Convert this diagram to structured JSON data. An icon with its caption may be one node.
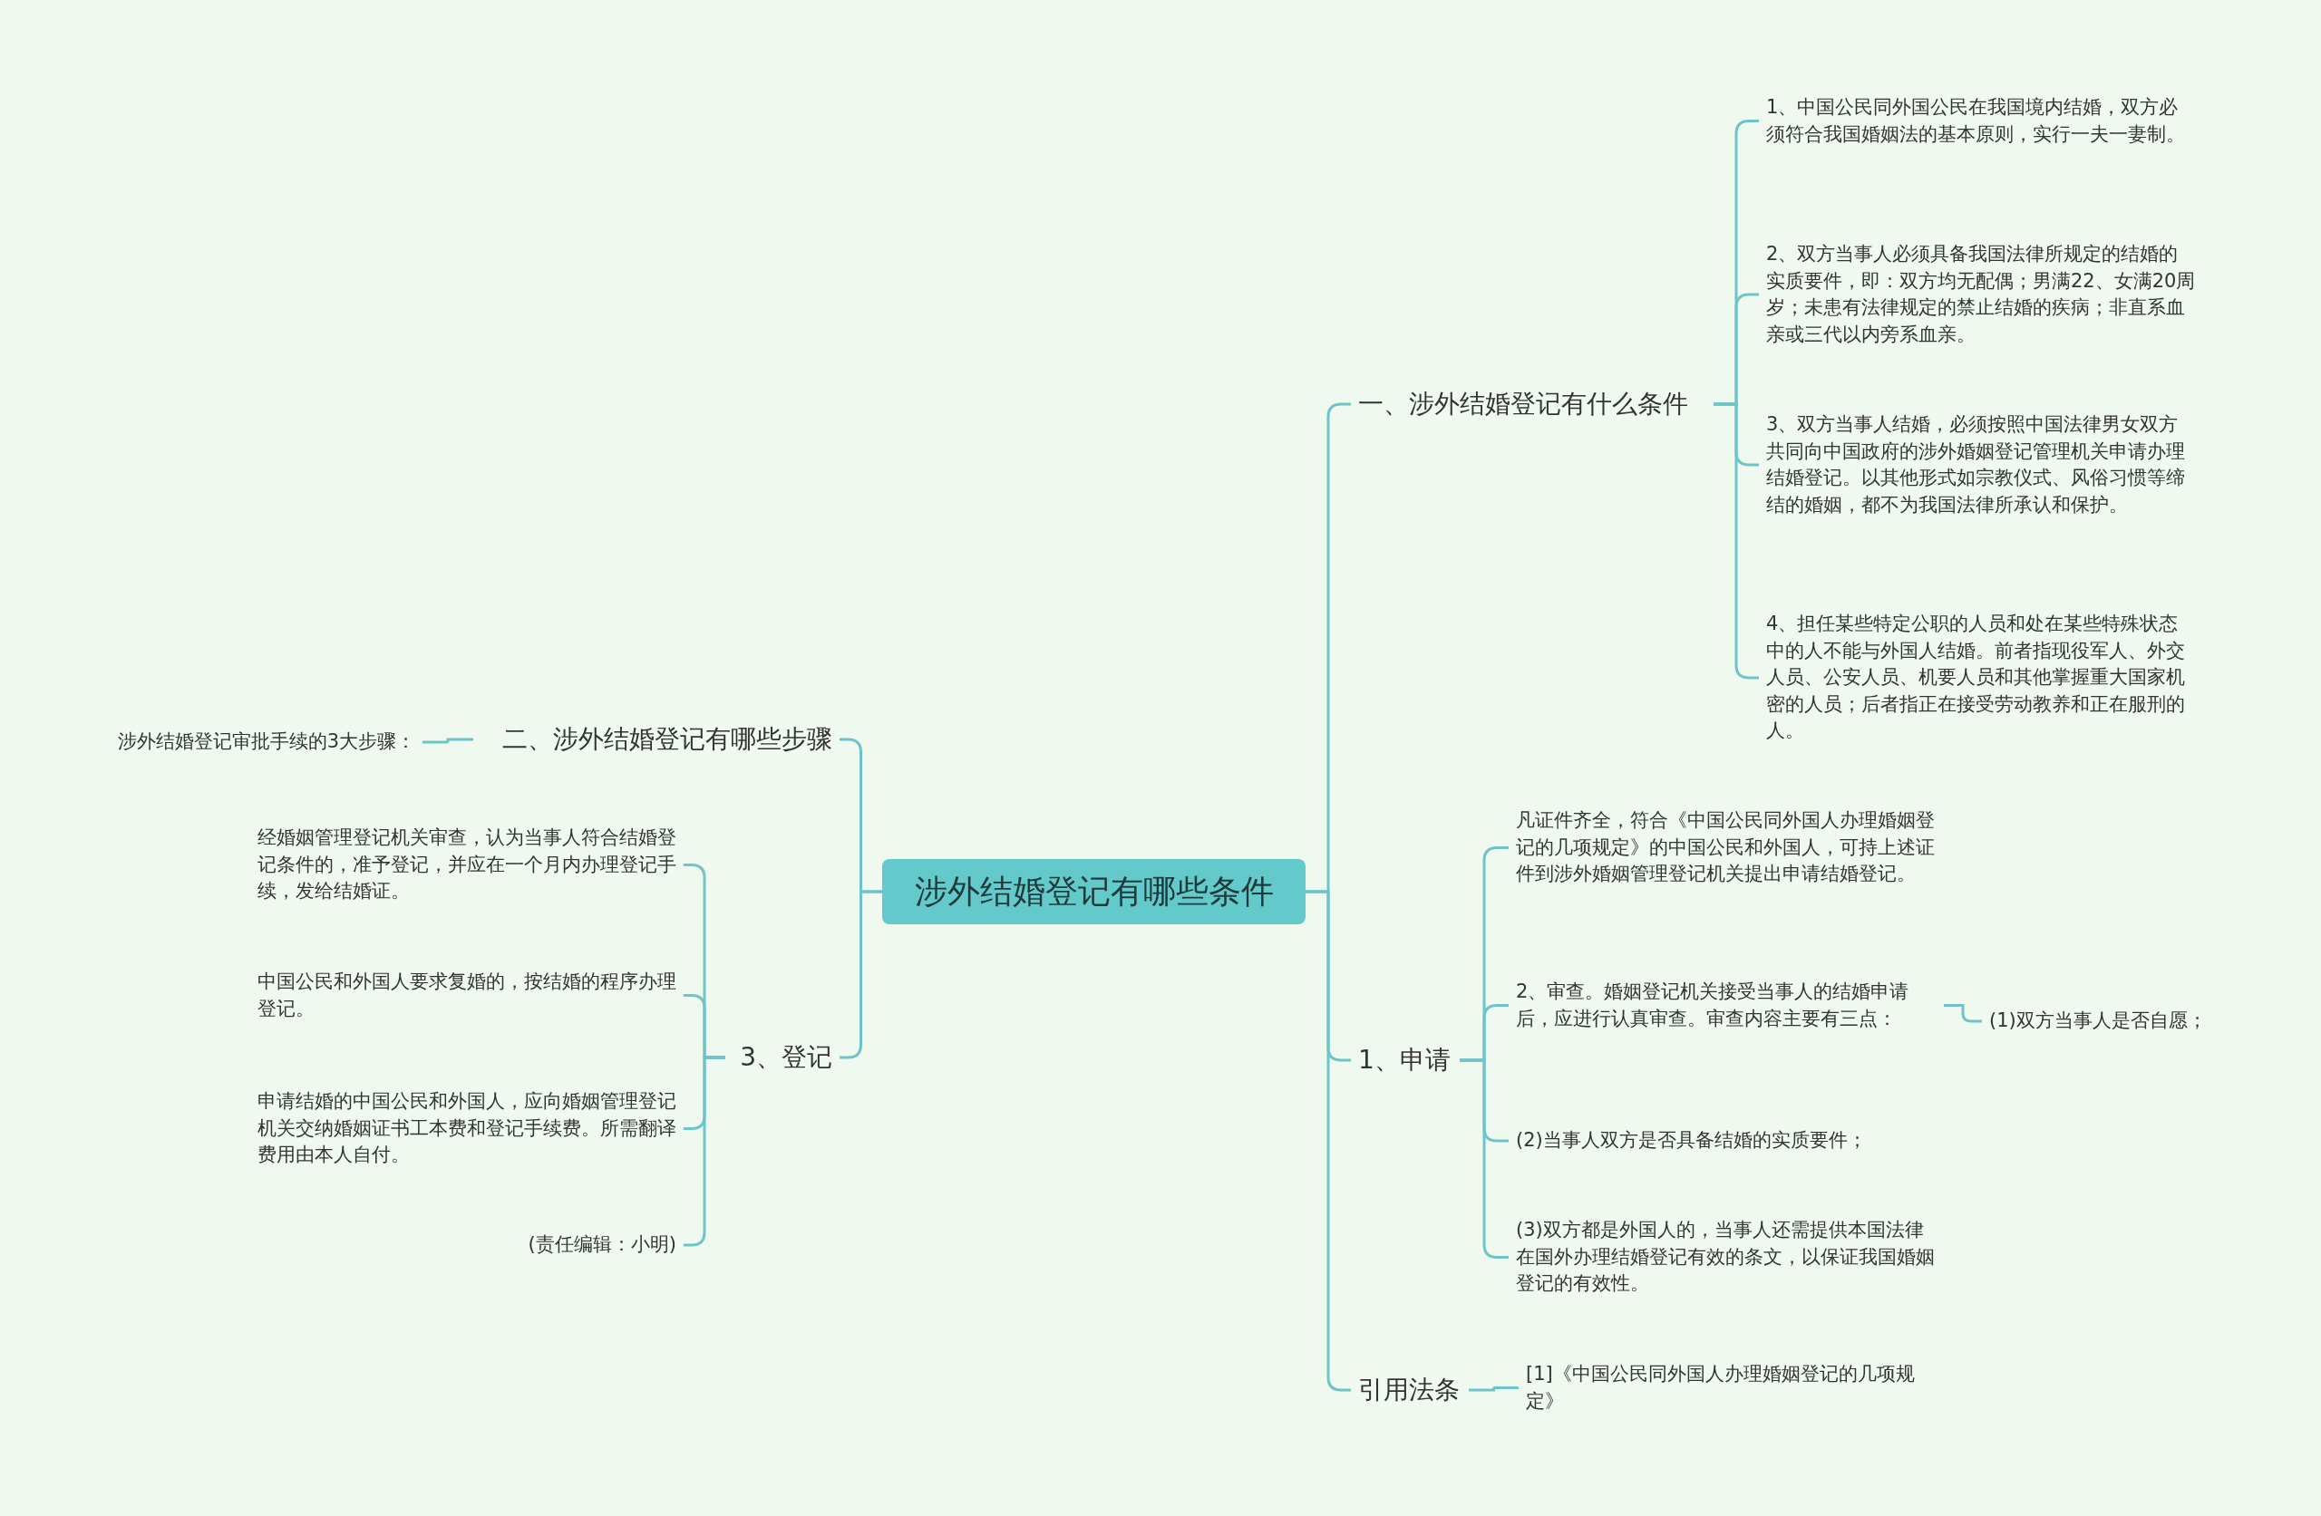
{
  "diagram": {
    "nodes": [
      {
        "text": [
          "涉外结婚登记有哪些条件"
        ]
      },
      {
        "text": [
          "一、涉外结婚登记有什么条件"
        ]
      },
      {
        "text": [
          "1、中国公民同外国公民在我国境内结婚，双方必须符合我国婚姻法的基本原则，实行一夫一妻制。"
        ]
      },
      {
        "text": [
          "2、双方当事人必须具备我国法律所规定的结婚的实质要件，即：双方均无配偶；男满22、女满20周岁；未患有法律规定的禁止结婚的疾病；非直系血亲或三代以内旁系血亲。"
        ]
      },
      {
        "text": [
          "3、双方当事人结婚，必须按照中国法律男女双方共同向中国政府的涉外婚姻登记管理机关申请办理结婚登记。以其他形式如宗教仪式、风俗习惯等缔结的婚姻，都不为我国法律所承认和保护。"
        ]
      },
      {
        "text": [
          "4、担任某些特定公职的人员和处在某些特殊状态中的人不能与外国人结婚。前者指现役军人、外交人员、公安人员、机要人员和其他掌握重大国家机密的人员；后者指正在接受劳动教养和正在服刑的人。"
        ]
      },
      {
        "text": [
          "1、申请"
        ]
      },
      {
        "text": [
          "凡证件齐全，符合《中国公民同外国人办理婚姻登记的几项规定》的中国公民和外国人，可持上述证件到涉外婚姻管理登记机关提出申请结婚登记。"
        ]
      },
      {
        "text": [
          "2、审查。婚姻登记机关接受当事人的结婚申请后，应进行认真审查。审查内容主要有三点："
        ]
      },
      {
        "text": [
          "(1)双方当事人是否自愿；"
        ]
      },
      {
        "text": [
          "(2)当事人双方是否具备结婚的实质要件；"
        ]
      },
      {
        "text": [
          "(3)双方都是外国人的，当事人还需提供本国法律在国外办理结婚登记有效的条文，以保证我国婚姻登记的有效性。"
        ]
      },
      {
        "text": [
          "引用法条"
        ]
      },
      {
        "text": [
          "[1]《中国公民同外国人办理婚姻登记的几项规定》"
        ]
      },
      {
        "text": [
          "二、涉外结婚登记有哪些步骤"
        ]
      },
      {
        "text": [
          "涉外结婚登记审批手续的3大步骤："
        ]
      },
      {
        "text": [
          "3、登记"
        ]
      },
      {
        "text": [
          "经婚姻管理登记机关审查，认为当事人符合结婚登记条件的，准予登记，并应在一个月内办理登记手续，发给结婚证。"
        ]
      },
      {
        "text": [
          "中国公民和外国人要求复婚的，按结婚的程序办理登记。"
        ]
      },
      {
        "text": [
          "申请结婚的中国公民和外国人，应向婚姻管理登记机关交纳婚姻证书工本费和登记手续费。所需翻译费用由本人自付。"
        ]
      },
      {
        "text": [
          "(责任编辑：小明)"
        ]
      }
    ],
    "edges": [
      {
        "from": 0,
        "to": 1,
        "arrow": "none"
      },
      {
        "from": 1,
        "to": 2,
        "arrow": "none"
      },
      {
        "from": 1,
        "to": 3,
        "arrow": "none"
      },
      {
        "from": 1,
        "to": 4,
        "arrow": "none"
      },
      {
        "from": 1,
        "to": 5,
        "arrow": "none"
      },
      {
        "from": 0,
        "to": 6,
        "arrow": "none"
      },
      {
        "from": 6,
        "to": 7,
        "arrow": "none"
      },
      {
        "from": 6,
        "to": 8,
        "arrow": "none"
      },
      {
        "from": 8,
        "to": 9,
        "arrow": "none"
      },
      {
        "from": 6,
        "to": 10,
        "arrow": "none"
      },
      {
        "from": 6,
        "to": 11,
        "arrow": "none"
      },
      {
        "from": 0,
        "to": 12,
        "arrow": "none"
      },
      {
        "from": 12,
        "to": 13,
        "arrow": "none"
      },
      {
        "from": 0,
        "to": 14,
        "arrow": "none"
      },
      {
        "from": 14,
        "to": 15,
        "arrow": "none"
      },
      {
        "from": 0,
        "to": 16,
        "arrow": "none"
      },
      {
        "from": 16,
        "to": 17,
        "arrow": "none"
      },
      {
        "from": 16,
        "to": 18,
        "arrow": "none"
      },
      {
        "from": 16,
        "to": 19,
        "arrow": "none"
      },
      {
        "from": 16,
        "to": 20,
        "arrow": "none"
      }
    ]
  }
}
